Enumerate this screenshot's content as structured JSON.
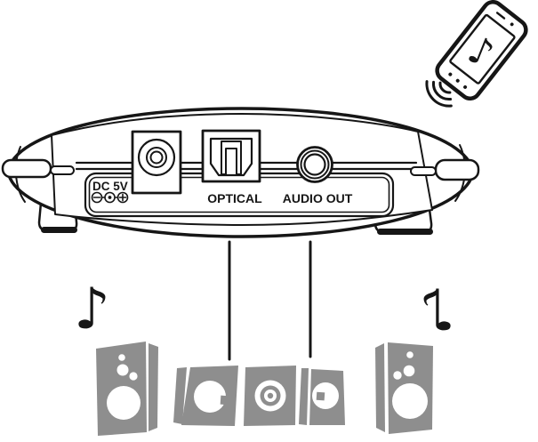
{
  "colors": {
    "outline": "#161616",
    "speaker_gray": "#8e8e8e",
    "device_fill": "#ffffff",
    "background": "#ffffff"
  },
  "device": {
    "power_label": "DC 5V",
    "optical_label": "OPTICAL",
    "audio_out_label": "AUDIO OUT",
    "ports": [
      {
        "id": "dc-power",
        "label": "DC 5V"
      },
      {
        "id": "optical",
        "label": "OPTICAL"
      },
      {
        "id": "audio-out",
        "label": "AUDIO OUT"
      }
    ]
  },
  "glyphs": {
    "music_note": "♪"
  }
}
